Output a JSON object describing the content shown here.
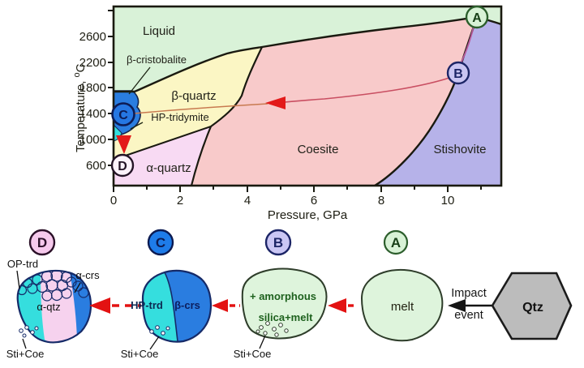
{
  "chart": {
    "y_axis": {
      "label_main": "Temperature, ",
      "label_sup": "o",
      "label_unit": "C",
      "ticks": [
        "2600",
        "2200",
        "1800",
        "1400",
        "1000",
        "600"
      ]
    },
    "x_axis": {
      "label": "Pressure, GPa",
      "ticks": [
        "0",
        "2",
        "4",
        "6",
        "8",
        "10"
      ]
    },
    "regions": {
      "liquid": "Liquid",
      "beta_cristobalite": "β-cristobalite",
      "beta_quartz": "β-quartz",
      "hp_tridymite": "HP-tridymite",
      "alpha_quartz": "α-quartz",
      "coesite": "Coesite",
      "stishovite": "Stishovite"
    },
    "points": {
      "a": "A",
      "b": "B",
      "c": "C",
      "d": "D"
    }
  },
  "chart_data": {
    "type": "area",
    "title": "SiO2 phase diagram with impact path A→B→C→D",
    "xlabel": "Pressure, GPa",
    "ylabel": "Temperature, °C",
    "xlim": [
      0,
      11.6
    ],
    "ylim": [
      190,
      3050
    ],
    "regions": [
      "Liquid",
      "β-cristobalite",
      "β-quartz",
      "HP-tridymite",
      "α-quartz",
      "Coesite",
      "Stishovite"
    ],
    "path_points": [
      {
        "label": "A",
        "P_GPa": 10.9,
        "T_C": 2890
      },
      {
        "label": "B",
        "P_GPa": 10.3,
        "T_C": 2030
      },
      {
        "label": "C",
        "P_GPa": 0.3,
        "T_C": 1390
      },
      {
        "label": "D",
        "P_GPa": 0.3,
        "T_C": 600
      }
    ],
    "boundary_anchors": [
      {
        "name": "liquid-beta_quartz-coesite triple",
        "P_GPa": 4.4,
        "T_C": 2430
      },
      {
        "name": "alpha_quartz-beta_quartz-coesite triple",
        "P_GPa": 2.9,
        "T_C": 1200
      },
      {
        "name": "quartz-coesite at base",
        "P_GPa": 2.3,
        "T_C": 290
      },
      {
        "name": "coesite-stishovite at base",
        "P_GPa": 7.8,
        "T_C": 290
      }
    ]
  },
  "sequence": {
    "d": {
      "letter": "D",
      "op_trd": "OP-trd",
      "alpha_crs": "α-crs",
      "alpha_qtz": "α-qtz",
      "sti_coe": "Sti+Coe"
    },
    "c": {
      "letter": "C",
      "hp_trd": "HP-trd",
      "beta_crs": "β-crs",
      "sti_coe": "Sti+Coe"
    },
    "b": {
      "letter": "B",
      "line1": "+ amorphous",
      "line2": "silica+melt",
      "sti_coe": "Sti+Coe"
    },
    "a": {
      "letter": "A",
      "melt": "melt"
    },
    "impact": {
      "line1": "Impact",
      "line2": "event"
    },
    "qtz": {
      "label": "Qtz"
    }
  },
  "colors": {
    "liquid_green": "#d9f2d8",
    "beta_quartz_yellow": "#fbf6c4",
    "coesite_pink": "#f8caca",
    "stishovite_purple": "#b6b2e9",
    "alpha_quartz_pink": "#f8daf3",
    "tridymite_blue": "#2a7de0",
    "cyan": "#35dede",
    "melt_green": "#def4dc",
    "stage_b_lavender": "#cac6f4",
    "stage_d_pink": "#f6c9ec",
    "arrow_red": "#e31212",
    "qtz_gray": "#bcbcbc"
  }
}
